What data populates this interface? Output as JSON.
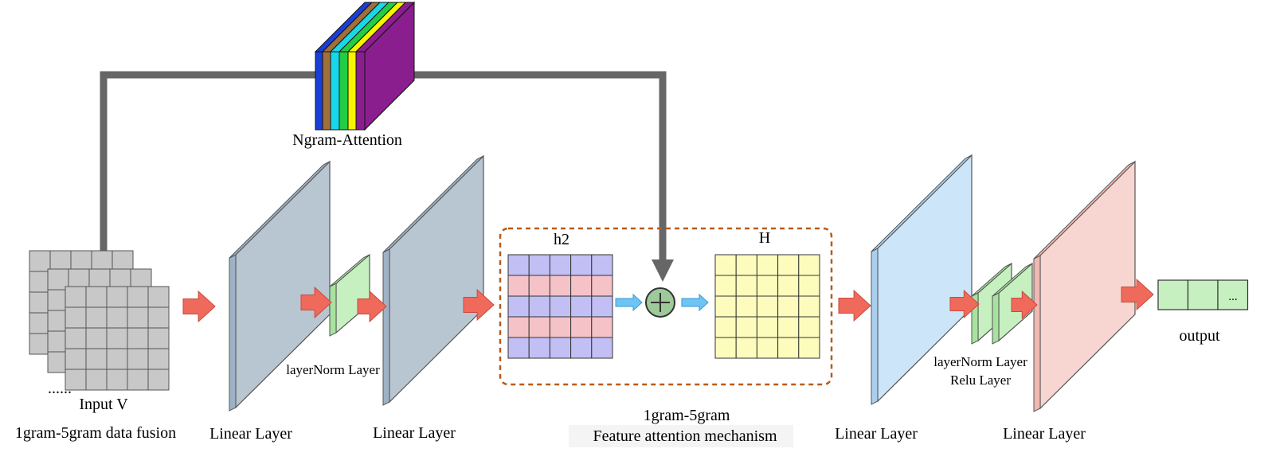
{
  "diagram": {
    "attention_label": "Ngram-Attention",
    "input_label": "Input V",
    "fusion_label": "1gram-5gram data fusion",
    "layer_labels": {
      "linear_1": "Linear Layer",
      "linear_2": "Linear Layer",
      "linear_3": "Linear Layer",
      "linear_4": "Linear Layer",
      "layernorm_1": "layerNorm Layer",
      "layernorm_2": "layerNorm Layer",
      "relu": "Relu Layer"
    },
    "h2_label": "h2",
    "H_label": "H",
    "mechanism_label_1": "1gram-5gram",
    "mechanism_label_2": "Feature attention mechanism",
    "output_label": "output",
    "output_cell_text": "...",
    "attention_stripe_colors": [
      "#1a3fd8",
      "#a0703a",
      "#18d7e8",
      "#22cc44",
      "#f5f500",
      "#8b1e8e"
    ],
    "matrix_colors": {
      "h2_rows": [
        "#c2bff5",
        "#f5c2c8",
        "#c2bff5",
        "#f5c2c8",
        "#c2bff5"
      ],
      "H": "#fdfcbc"
    }
  }
}
